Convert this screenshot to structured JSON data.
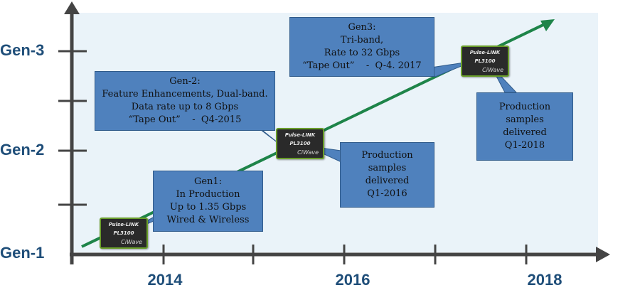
{
  "y_axis": {
    "labels": [
      "Gen-3",
      "Gen-2",
      "Gen-1"
    ]
  },
  "x_axis": {
    "labels": [
      "2014",
      "2016",
      "2018"
    ]
  },
  "callouts": {
    "gen1": {
      "lines": [
        "Gen1:",
        "In Production",
        "Up to 1.35 Gbps",
        "Wired & Wireless"
      ]
    },
    "gen2": {
      "lines": [
        "Gen-2:",
        "Feature Enhancements, Dual-band.",
        "Data rate up to 8 Gbps",
        "“Tape Out”    -  Q4-2015"
      ]
    },
    "gen2_production": {
      "lines": [
        "Production",
        "samples",
        "delivered",
        "Q1-2016"
      ]
    },
    "gen3": {
      "lines": [
        "Gen3:",
        "Tri-band,",
        "Rate to 32 Gbps",
        "“Tape Out”    -  Q-4. 2017"
      ]
    },
    "gen3_production": {
      "lines": [
        "Production",
        "samples",
        "delivered",
        "Q1-2018"
      ]
    }
  },
  "chip": {
    "brand": "Pulse-LINK",
    "model": "PL3100",
    "logo": "CiWave"
  },
  "colors": {
    "axis": "#444444",
    "trend": "#1e8449",
    "callout_fill": "#4f81bd",
    "label": "#1f4e79",
    "background": "#eaf3f9"
  }
}
